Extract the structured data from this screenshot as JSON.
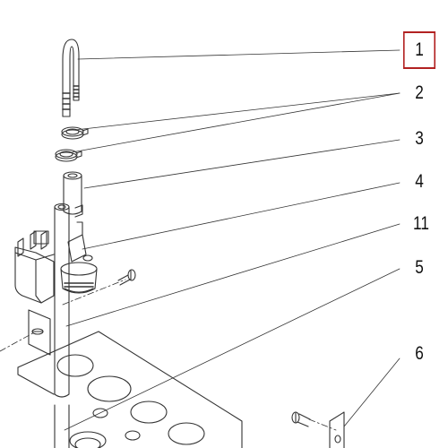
{
  "callouts": {
    "c1": "1",
    "c2": "2",
    "c3": "3",
    "c4": "4",
    "c11": "11",
    "c5": "5",
    "c6": "6"
  },
  "highlight": {
    "callout": "1",
    "color": "#b22222"
  }
}
